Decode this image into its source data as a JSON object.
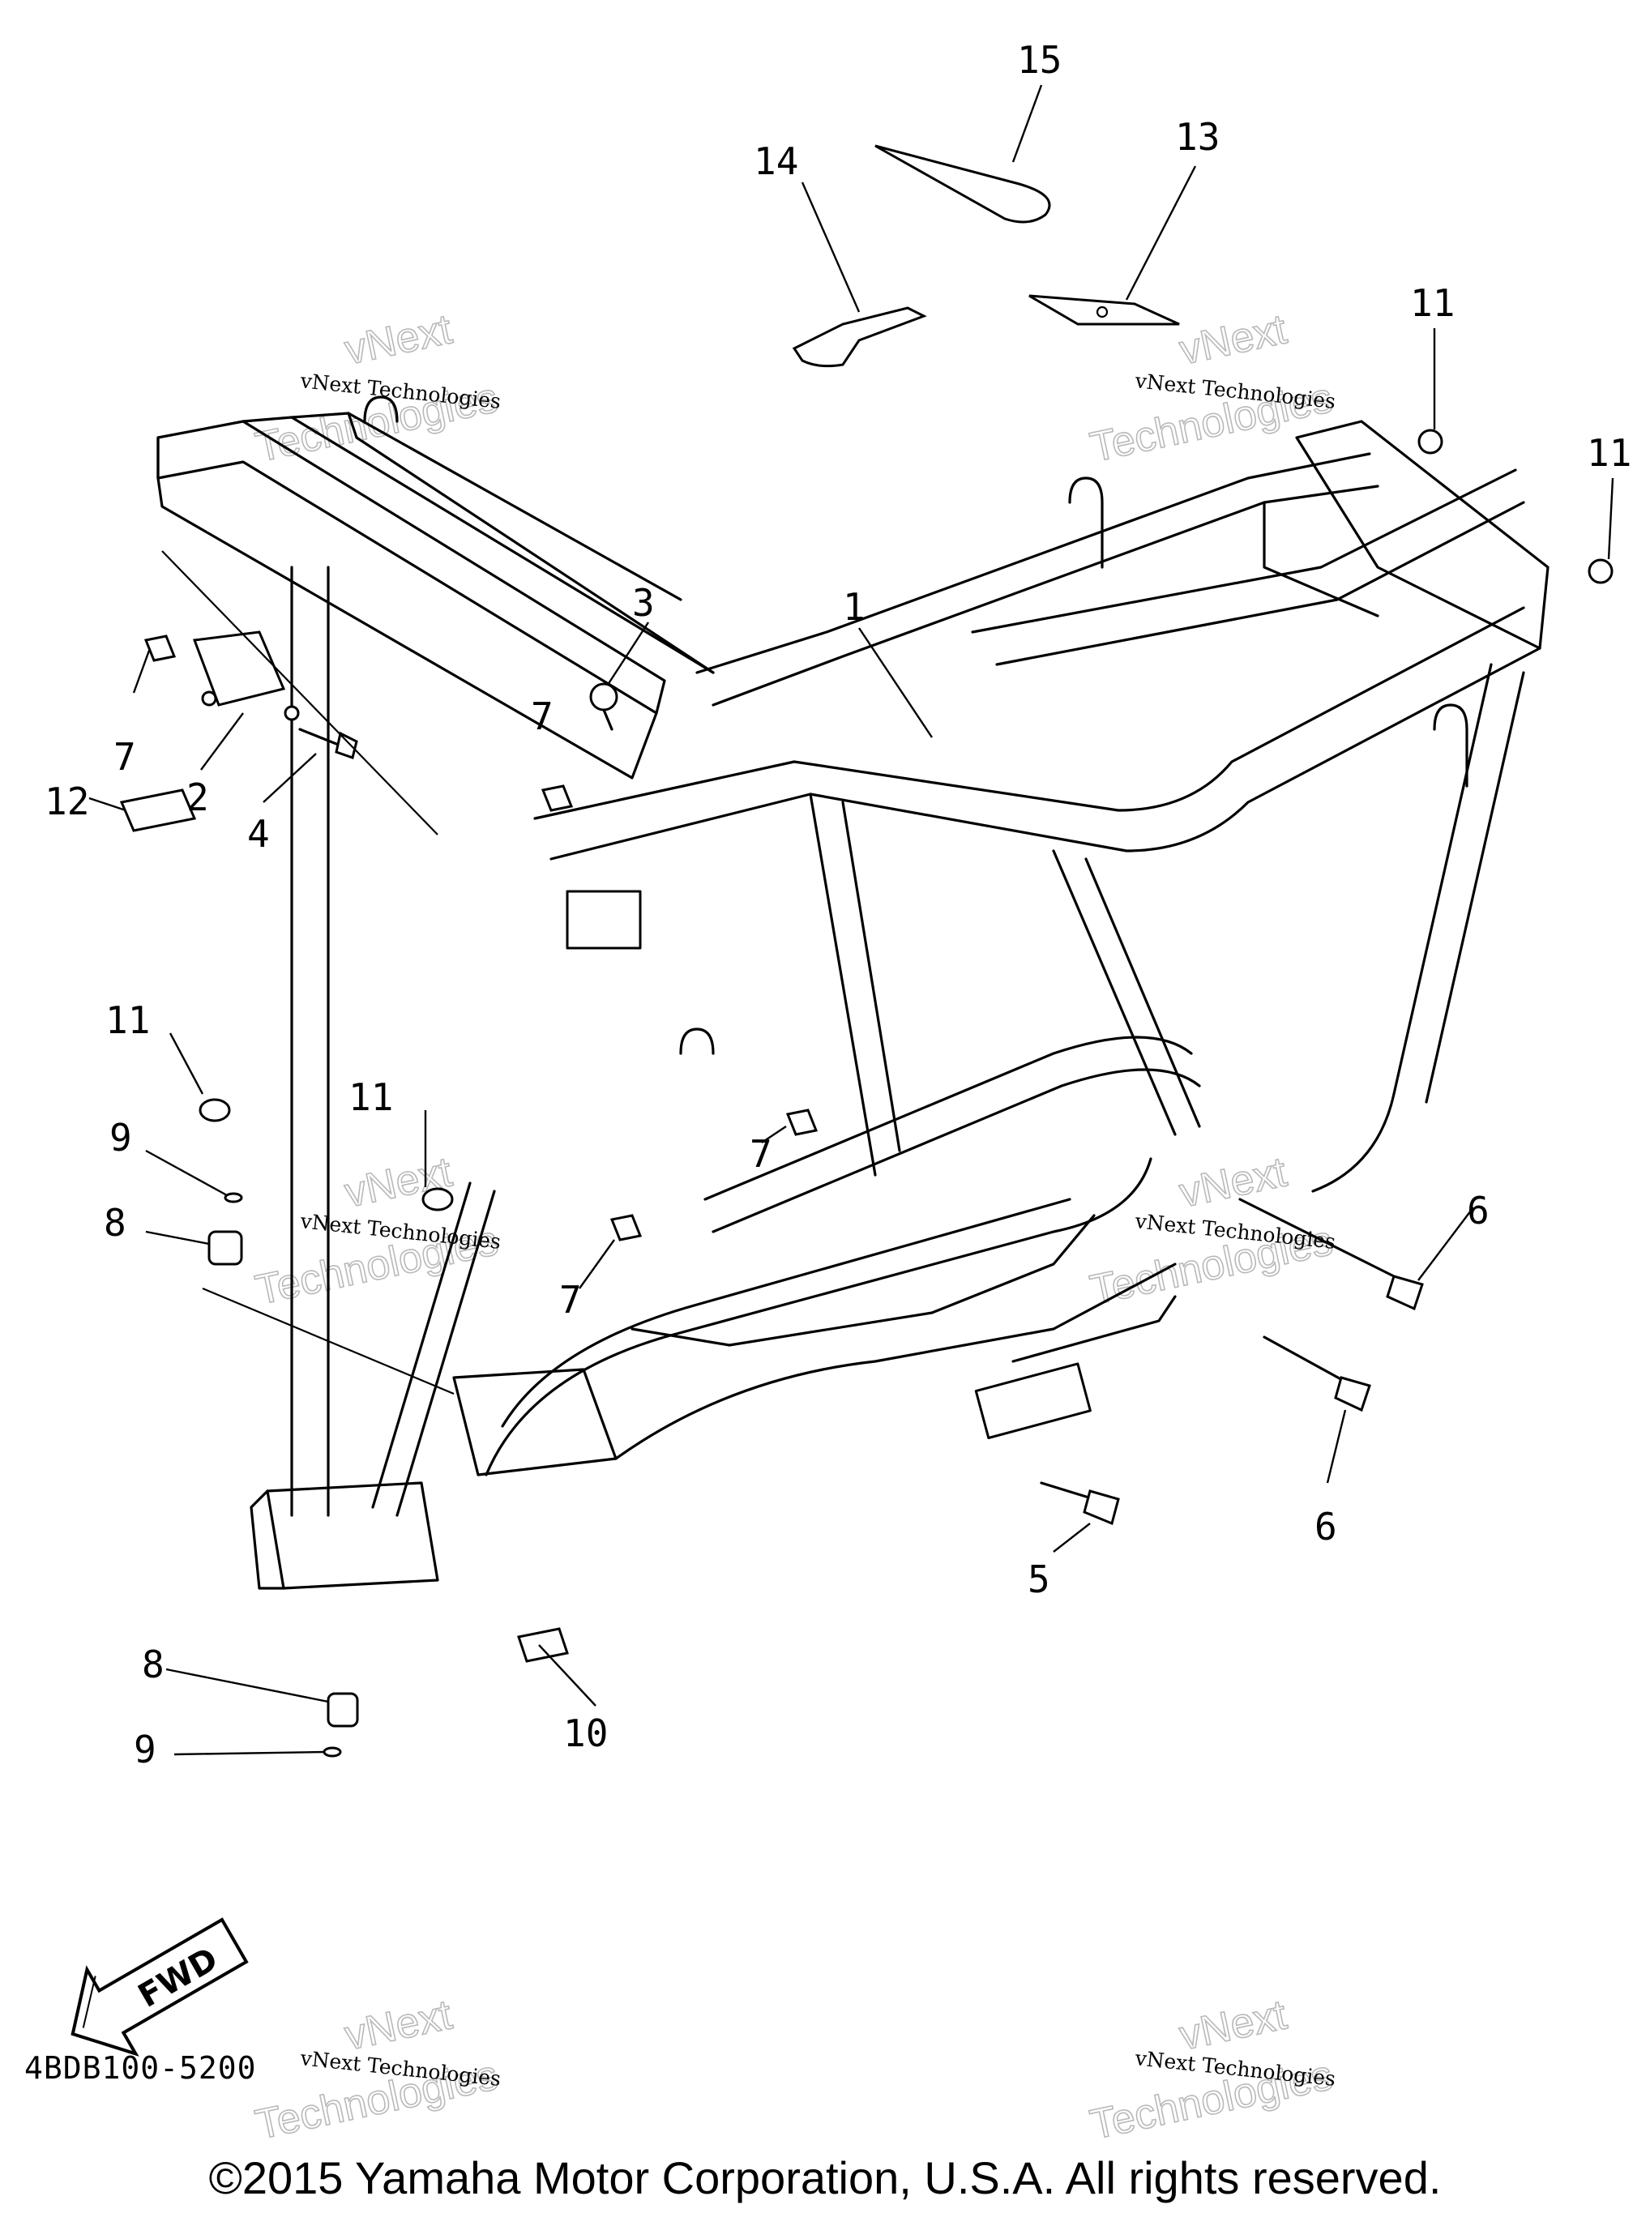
{
  "callouts": [
    {
      "num": "15"
    },
    {
      "num": "14"
    },
    {
      "num": "13"
    },
    {
      "num": "11"
    },
    {
      "num": "11"
    },
    {
      "num": "3"
    },
    {
      "num": "1"
    },
    {
      "num": "7"
    },
    {
      "num": "7"
    },
    {
      "num": "2"
    },
    {
      "num": "4"
    },
    {
      "num": "12"
    },
    {
      "num": "11"
    },
    {
      "num": "9"
    },
    {
      "num": "11"
    },
    {
      "num": "8"
    },
    {
      "num": "7"
    },
    {
      "num": "7"
    },
    {
      "num": "6"
    },
    {
      "num": "6"
    },
    {
      "num": "5"
    },
    {
      "num": "8"
    },
    {
      "num": "9"
    },
    {
      "num": "10"
    }
  ],
  "watermark": {
    "small": "vNext Technologies",
    "big_line1": "vNext",
    "big_line2": "Technologies"
  },
  "fwd_label": "FWD",
  "diagram_code": "4BDB100-5200",
  "copyright": "©2015 Yamaha Motor Corporation, U.S.A. All rights reserved."
}
